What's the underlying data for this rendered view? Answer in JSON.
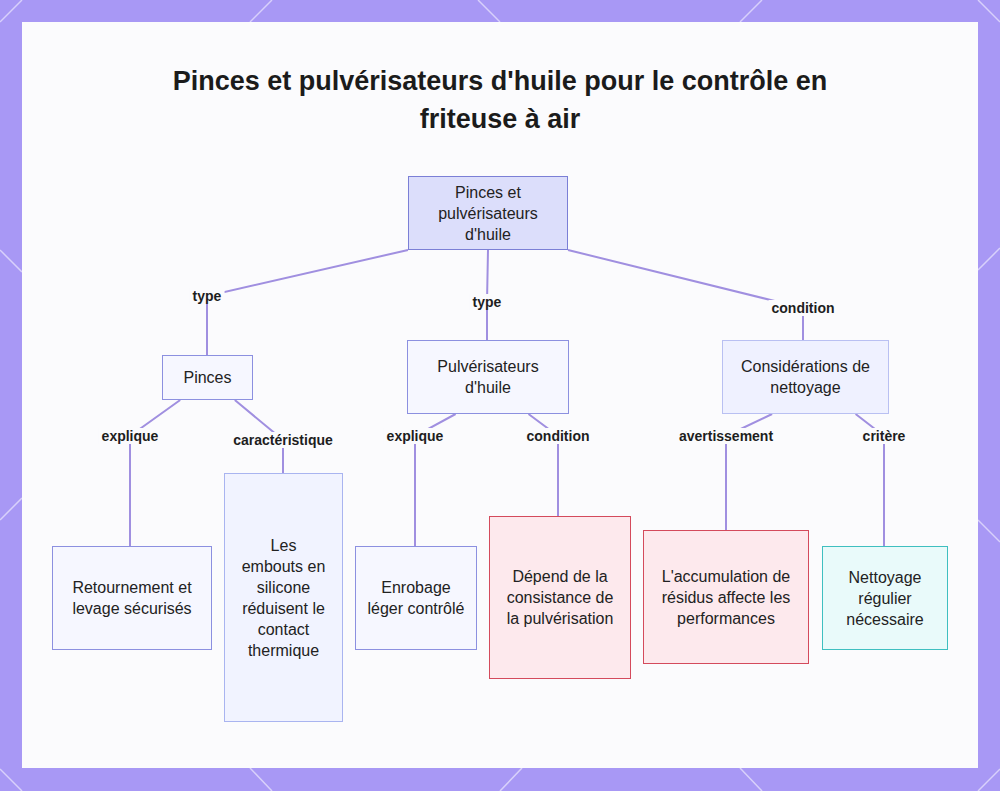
{
  "diagram": {
    "title": "Pinces et pulvérisateurs d'huile pour le contrôle en friteuse à air",
    "nodes": [
      {
        "text": [
          "Pinces et pulvérisateurs d'huile"
        ]
      },
      {
        "text": [
          "Pinces"
        ]
      },
      {
        "text": [
          "Pulvérisateurs d'huile"
        ]
      },
      {
        "text": [
          "Considérations de nettoyage"
        ]
      },
      {
        "text": [
          "Retournement et levage sécurisés"
        ]
      },
      {
        "text": [
          "Les embouts en silicone réduisent le contact thermique"
        ]
      },
      {
        "text": [
          "Enrobage léger contrôlé"
        ]
      },
      {
        "text": [
          "Dépend de la consistance de la pulvérisation"
        ]
      },
      {
        "text": [
          "L'accumulation de résidus affecte les performances"
        ]
      },
      {
        "text": [
          "Nettoyage régulier nécessaire"
        ]
      }
    ],
    "edges": [
      {
        "from": 0,
        "to": 1,
        "label": "type",
        "arrow": "none"
      },
      {
        "from": 0,
        "to": 2,
        "label": "type",
        "arrow": "none"
      },
      {
        "from": 0,
        "to": 3,
        "label": "condition",
        "arrow": "none"
      },
      {
        "from": 1,
        "to": 4,
        "label": "explique",
        "arrow": "none"
      },
      {
        "from": 1,
        "to": 5,
        "label": "caractéristique",
        "arrow": "none"
      },
      {
        "from": 2,
        "to": 6,
        "label": "explique",
        "arrow": "none"
      },
      {
        "from": 2,
        "to": 7,
        "label": "condition",
        "arrow": "none"
      },
      {
        "from": 3,
        "to": 8,
        "label": "avertissement",
        "arrow": "none"
      },
      {
        "from": 3,
        "to": 9,
        "label": "critère",
        "arrow": "none"
      }
    ]
  }
}
